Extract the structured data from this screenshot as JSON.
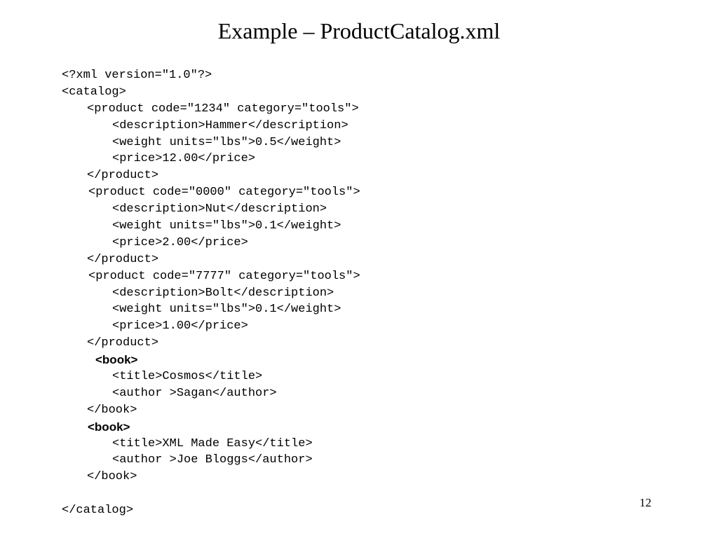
{
  "slide": {
    "title": "Example – ProductCatalog.xml",
    "page_number": "12"
  },
  "code_lines": [
    "<?xml version=\"1.0\"?>",
    "<catalog>",
    "<product code=\"1234\" category=\"tools\">",
    "<description>Hammer</description>",
    "<weight units=\"lbs\">0.5</weight>",
    "<price>12.00</price>",
    "</product>",
    "<product code=\"0000\" category=\"tools\">",
    "<description>Nut</description>",
    "<weight units=\"lbs\">0.1</weight>",
    "<price>2.00</price>",
    "</product>",
    "<product code=\"7777\" category=\"tools\">",
    "<description>Bolt</description>",
    "<weight units=\"lbs\">0.1</weight>",
    "<price>1.00</price>",
    "</product>",
    "<book>",
    "<title>Cosmos</title>",
    "<author >Sagan</author>",
    "</book>",
    "<book>",
    "<title>XML Made Easy</title>",
    "<author >Joe Bloggs</author>",
    "</book>",
    "",
    "</catalog>"
  ]
}
